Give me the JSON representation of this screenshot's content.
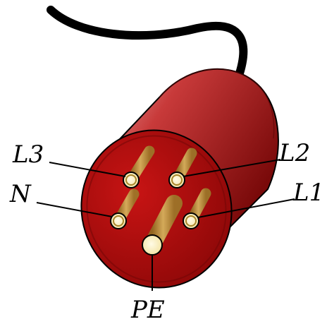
{
  "labels": {
    "l3": "L3",
    "l2": "L2",
    "n": "N",
    "l1": "L1",
    "pe": "PE"
  },
  "colors": {
    "cable": "#000000",
    "body_dark": "#7a0a0a",
    "body_mid": "#b01818",
    "body_light": "#e58a8a",
    "face": "#b80d0d",
    "face_rim": "#8c0808",
    "pin_tube": "#c9a84a",
    "pin_tube_shadow": "#9c7a2a",
    "pin_tip": "#fff5c8",
    "pin_ring": "#8a6a1c",
    "line": "#000000"
  }
}
